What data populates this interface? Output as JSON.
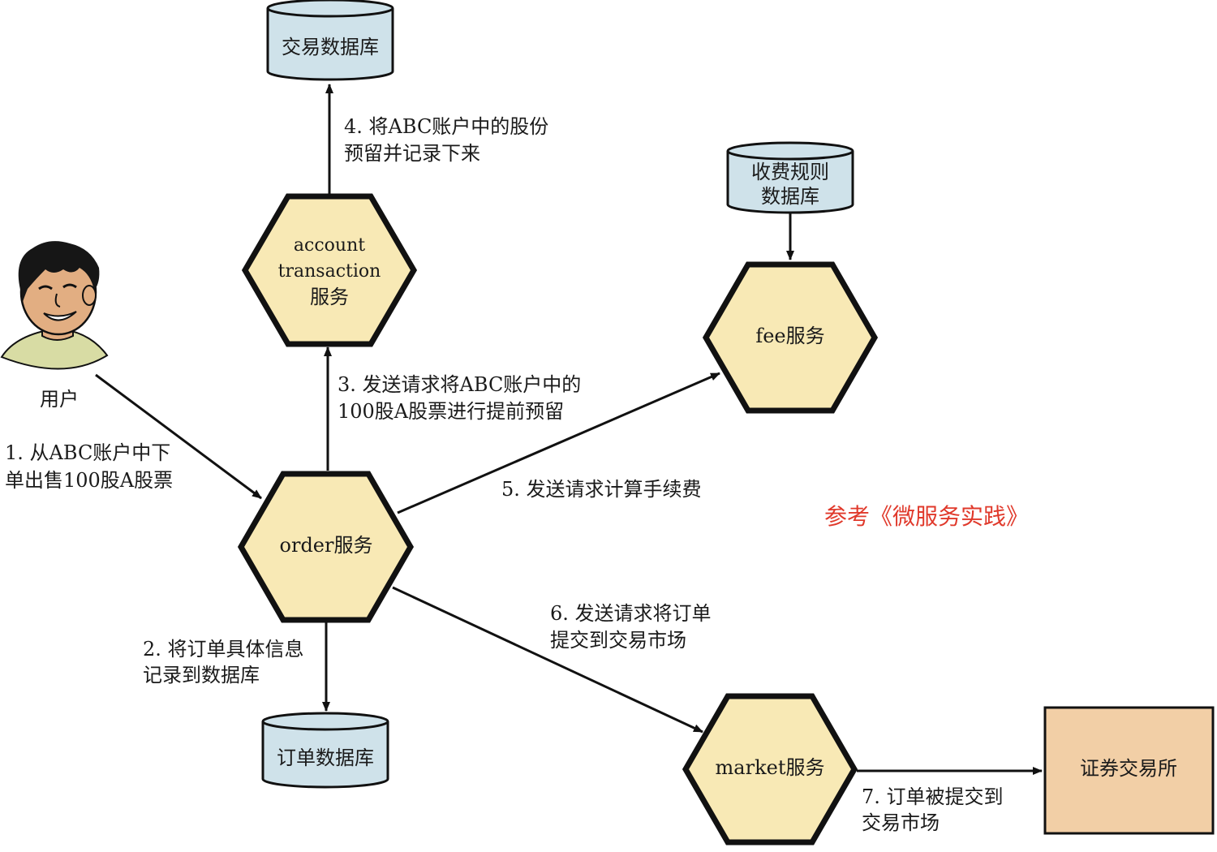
{
  "colors": {
    "hex_fill": "#F8E9B5",
    "hex_stroke": "#111111",
    "db_fill": "#CFE2EA",
    "db_stroke": "#111111",
    "exchange_fill": "#F2CFA6",
    "reference_text": "#E0392B",
    "arrow": "#111111"
  },
  "nodes": {
    "account_service": {
      "lines": [
        "account",
        "transaction",
        "服务"
      ]
    },
    "fee_service": {
      "label": "fee服务"
    },
    "order_service": {
      "label": "order服务"
    },
    "market_service": {
      "label": "market服务"
    }
  },
  "databases": {
    "transaction_db": {
      "lines": [
        "交易数据库"
      ]
    },
    "fee_rules_db": {
      "lines": [
        "收费规则",
        "数据库"
      ]
    },
    "order_db": {
      "lines": [
        "订单数据库"
      ]
    }
  },
  "exchange": {
    "label": "证券交易所"
  },
  "user": {
    "label": "用户"
  },
  "steps": {
    "step1": [
      "1. 从ABC账户中下",
      "单出售100股A股票"
    ],
    "step2": [
      "2. 将订单具体信息",
      "记录到数据库"
    ],
    "step3": [
      "3. 发送请求将ABC账户中的",
      "100股A股票进行提前预留"
    ],
    "step4": [
      "4. 将ABC账户中的股份",
      "预留并记录下来"
    ],
    "step5": [
      "5. 发送请求计算手续费"
    ],
    "step6": [
      "6. 发送请求将订单",
      "提交到交易市场"
    ],
    "step7": [
      "7. 订单被提交到",
      "交易市场"
    ]
  },
  "reference": {
    "label": "参考《微服务实践》"
  }
}
